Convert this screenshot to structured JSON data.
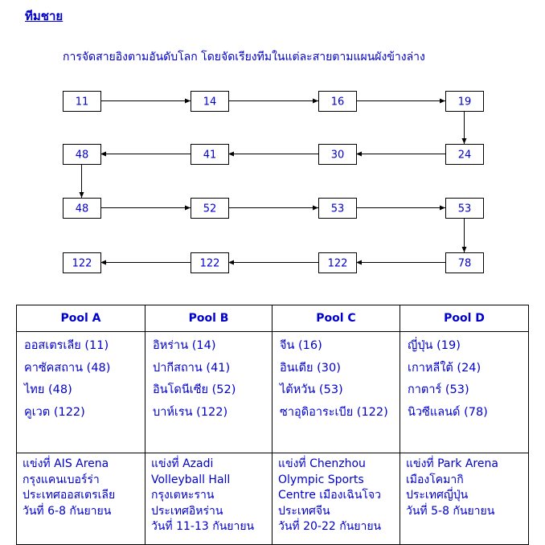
{
  "heading": "ทีมชาย",
  "subtitle": "การจัดสายอิงตามอันดับโลก โดยจัดเรียงทีมในแต่ละสายตามแผนผังข้างล่าง",
  "flow": {
    "rows": [
      [
        "11",
        "14",
        "16",
        "19"
      ],
      [
        "48",
        "41",
        "30",
        "24"
      ],
      [
        "48",
        "52",
        "53",
        "53"
      ],
      [
        "122",
        "122",
        "122",
        "78"
      ]
    ]
  },
  "pools": [
    {
      "name": "Pool A",
      "teams": [
        "ออสเตรเลีย (11)",
        "คาซัคสถาน (48)",
        "ไทย (48)",
        "คูเวต (122)"
      ],
      "venue": [
        "แข่งที่ AIS Arena",
        "กรุงแคนเบอร์ร่า",
        "ประเทศออสเตรเลีย",
        "วันที่ 6-8 กันยายน"
      ]
    },
    {
      "name": "Pool B",
      "teams": [
        "อิหร่าน (14)",
        "ปากีสถาน (41)",
        "อินโดนีเซีย (52)",
        "บาห์เรน (122)"
      ],
      "venue": [
        "แข่งที่ Azadi",
        "Volleyball Hall",
        "กรุงเตหะราน",
        "ประเทศอิหร่าน",
        "วันที่ 11-13 กันยายน"
      ]
    },
    {
      "name": "Pool C",
      "teams": [
        "จีน (16)",
        "อินเดีย (30)",
        "ไต้หวัน (53)",
        "ซาอุดิอาระเบีย (122)"
      ],
      "venue": [
        "แข่งที่ Chenzhou",
        "Olympic Sports",
        "Centre เมืองเฉินโจว",
        "ประเทศจีน",
        "วันที่ 20-22 กันยายน"
      ]
    },
    {
      "name": "Pool D",
      "teams": [
        "ญี่ปุ่น (19)",
        "เกาหลีใต้ (24)",
        "กาตาร์ (53)",
        "นิวซีแลนด์ (78)"
      ],
      "venue": [
        "แข่งที่ Park Arena",
        "เมืองโคมากิ",
        "ประเทศญี่ปุ่น",
        "วันที่ 5-8 กันยายน"
      ]
    }
  ]
}
